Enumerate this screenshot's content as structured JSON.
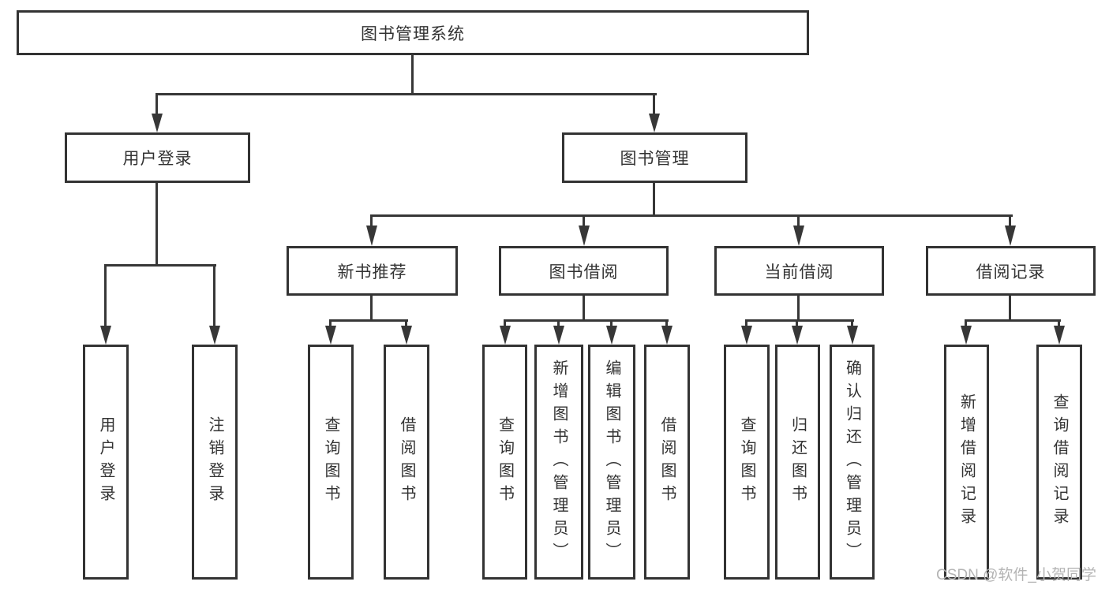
{
  "diagram": {
    "root": "图书管理系统",
    "branches": {
      "user_login": "用户登录",
      "book_mgmt": "图书管理"
    },
    "modules": {
      "new_book_rec": "新书推荐",
      "book_borrow": "图书借阅",
      "current_borrow": "当前借阅",
      "borrow_records": "借阅记录"
    },
    "leaves": {
      "user_login_leaf": "用户登录",
      "logout": "注销登录",
      "rec_query": "查询图书",
      "rec_borrow": "借阅图书",
      "bb_query": "查询图书",
      "bb_add": "新增图书（管理员）",
      "bb_edit": "编辑图书（管理员）",
      "bb_borrow": "借阅图书",
      "cb_query": "查询图书",
      "cb_return": "归还图书",
      "cb_confirm": "确认归还（管理员）",
      "br_add": "新增借阅记录",
      "br_query": "查询借阅记录"
    },
    "watermark": "CSDN @软件_小贺同学",
    "colors": {
      "line": "#373737",
      "text": "#333333",
      "watermark_text": "#b4b4b4",
      "background": "#ffffff"
    }
  }
}
